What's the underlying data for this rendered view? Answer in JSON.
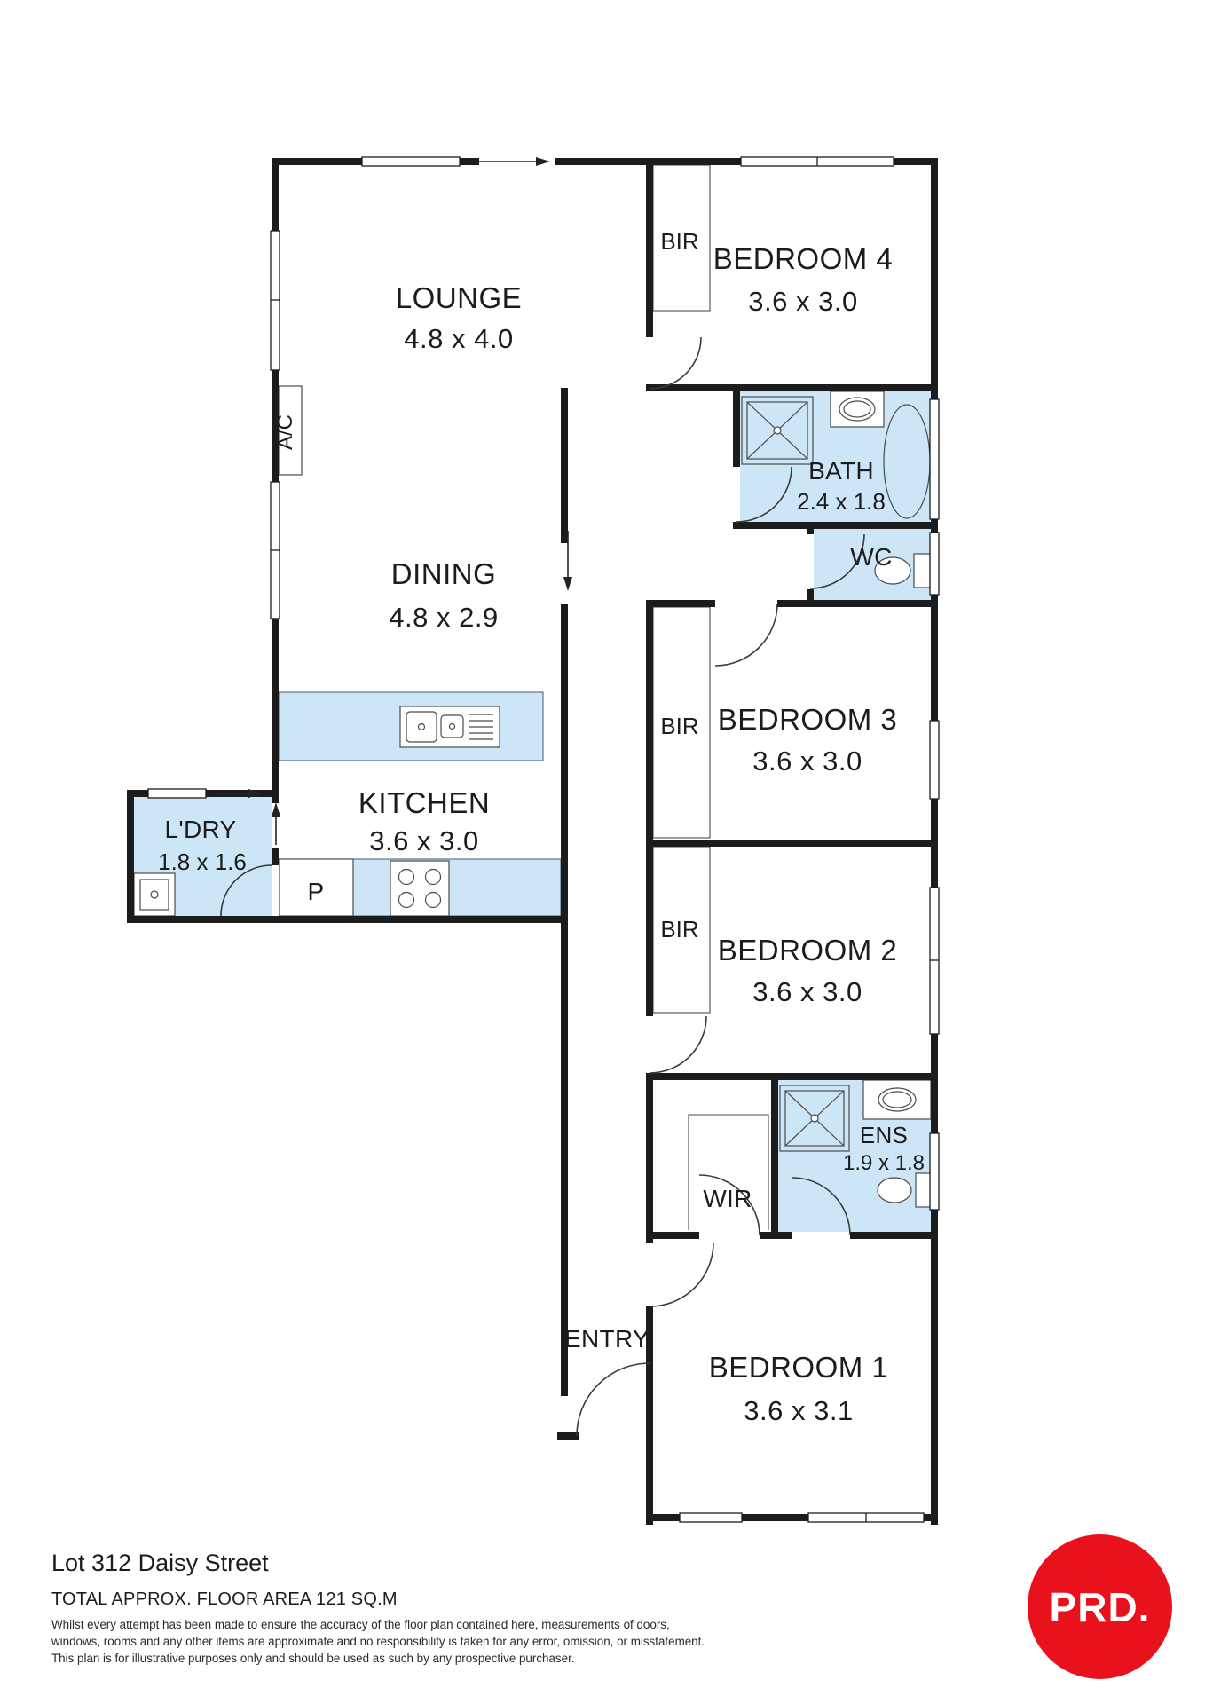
{
  "floorplan": {
    "rooms": {
      "lounge": {
        "name": "LOUNGE",
        "dims": "4.8 x 4.0"
      },
      "dining": {
        "name": "DINING",
        "dims": "4.8 x 2.9"
      },
      "kitchen": {
        "name": "KITCHEN",
        "dims": "3.6 x 3.0"
      },
      "laundry": {
        "name": "L'DRY",
        "dims": "1.8 x 1.6"
      },
      "pantry": {
        "name": "P"
      },
      "ac_unit": {
        "name": "A/C"
      },
      "bir": {
        "name": "BIR"
      },
      "wir": {
        "name": "WIR"
      },
      "entry": {
        "name": "ENTRY"
      },
      "bath": {
        "name": "BATH",
        "dims": "2.4 x 1.8"
      },
      "wc": {
        "name": "WC"
      },
      "ens": {
        "name": "ENS",
        "dims": "1.9 x 1.8"
      },
      "bedroom1": {
        "name": "BEDROOM 1",
        "dims": "3.6 x 3.1"
      },
      "bedroom2": {
        "name": "BEDROOM 2",
        "dims": "3.6 x 3.0"
      },
      "bedroom3": {
        "name": "BEDROOM 3",
        "dims": "3.6 x 3.0"
      },
      "bedroom4": {
        "name": "BEDROOM 4",
        "dims": "3.6 x 3.0"
      }
    },
    "colors": {
      "wet_area": "#cde6f7",
      "wall": "#1c1c1c",
      "logo_red": "#e8111c"
    }
  },
  "footer": {
    "address": "Lot 312 Daisy Street",
    "area_label": "TOTAL APPROX. FLOOR AREA 121 SQ.M",
    "disclaimer_lines": [
      "Whilst every attempt has been made to ensure the accuracy of the floor plan contained here, measurements of doors,",
      "windows, rooms and any other items are approximate and no responsibility is taken for any error, omission, or misstatement.",
      "This plan is for illustrative purposes only and should be used as such by any prospective purchaser."
    ],
    "logo_text": "PRD."
  }
}
